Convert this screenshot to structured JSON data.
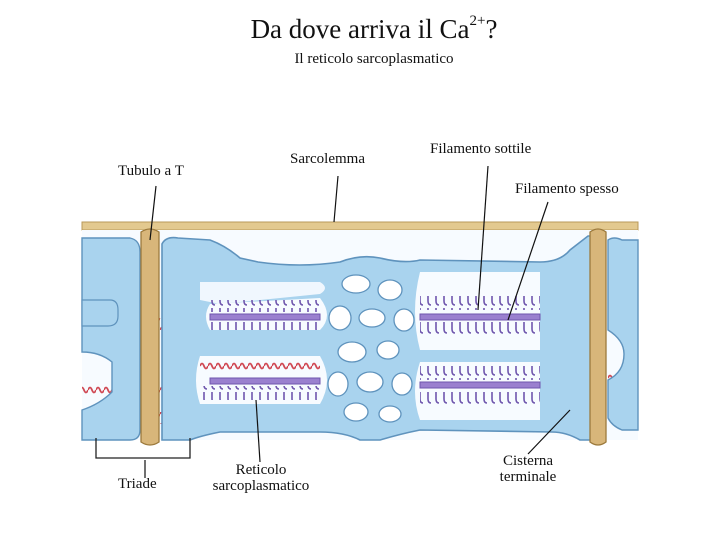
{
  "title": {
    "text": "Da dove arriva il Ca",
    "superscript": "2+",
    "suffix": "?"
  },
  "subtitle": "Il reticolo sarcoplasmatico",
  "labels": {
    "tubulo": "Tubulo a T",
    "sarcolemma": "Sarcolemma",
    "filamento_sottile": "Filamento sottile",
    "filamento_spesso": "Filamento spesso",
    "triade": "Triade",
    "reticolo_line1": "Reticolo",
    "reticolo_line2": "sarcoplasmatico",
    "cisterna_line1": "Cisterna",
    "cisterna_line2": "terminale"
  },
  "colors": {
    "reticulum": "#a9d3ee",
    "reticulum_edge": "#5f93bd",
    "t_tubule": "#d8b67a",
    "thin_filament": "#d04a55",
    "thick_filament": "#8a6fc2",
    "sarcolemma": "#e3c98f"
  }
}
